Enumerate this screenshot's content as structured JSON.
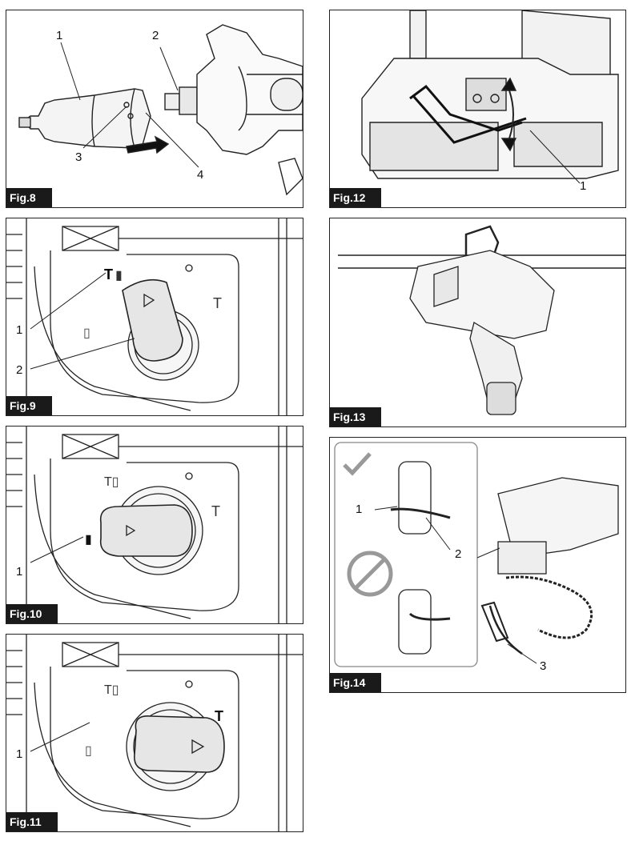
{
  "figures": {
    "fig8": {
      "label": "Fig.8",
      "callouts": [
        "1",
        "2",
        "3",
        "4"
      ]
    },
    "fig9": {
      "label": "Fig.9",
      "callouts": [
        "1",
        "2"
      ]
    },
    "fig10": {
      "label": "Fig.10",
      "callouts": [
        "1"
      ]
    },
    "fig11": {
      "label": "Fig.11",
      "callouts": [
        "1"
      ]
    },
    "fig12": {
      "label": "Fig.12",
      "callouts": [
        "1"
      ]
    },
    "fig13": {
      "label": "Fig.13"
    },
    "fig14": {
      "label": "Fig.14",
      "callouts": [
        "1",
        "2",
        "3"
      ]
    }
  }
}
